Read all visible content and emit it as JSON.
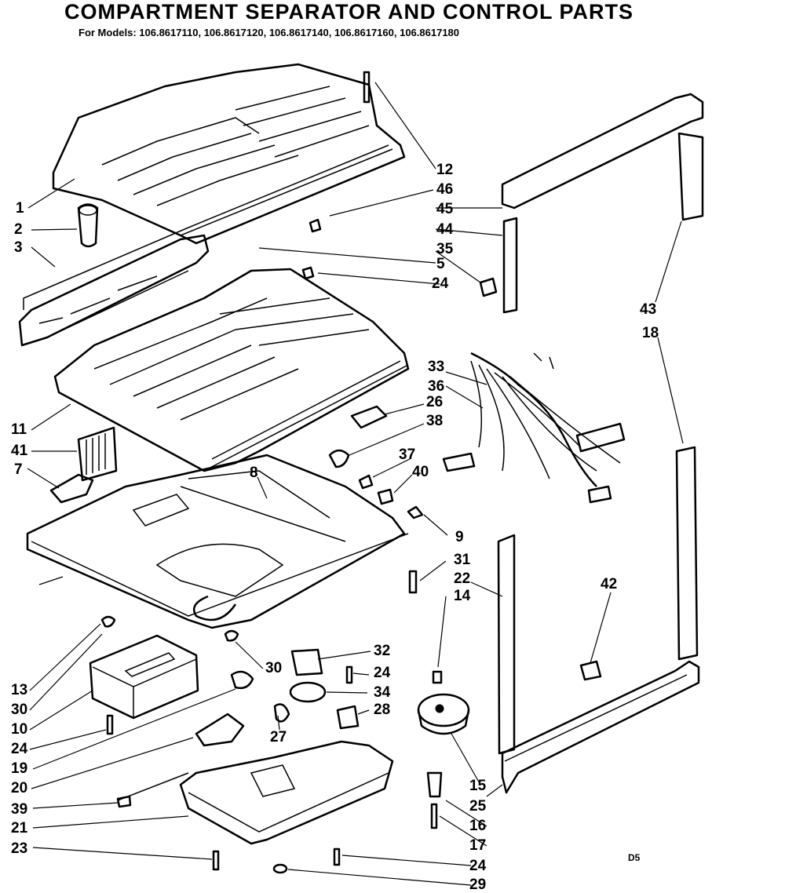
{
  "title": "COMPARTMENT SEPARATOR AND CONTROL PARTS",
  "subtitle": "For Models: 106.8617110, 106.8617120, 106.8617140, 106.8617160, 106.8617180",
  "drawing_code": "D5",
  "callouts": [
    {
      "id": "c1",
      "text": "1"
    },
    {
      "id": "c2",
      "text": "2"
    },
    {
      "id": "c3",
      "text": "3"
    },
    {
      "id": "c12",
      "text": "12"
    },
    {
      "id": "c46",
      "text": "46"
    },
    {
      "id": "c45",
      "text": "45"
    },
    {
      "id": "c44",
      "text": "44"
    },
    {
      "id": "c35",
      "text": "35"
    },
    {
      "id": "c5",
      "text": "5"
    },
    {
      "id": "c24a",
      "text": "24"
    },
    {
      "id": "c43",
      "text": "43"
    },
    {
      "id": "c18",
      "text": "18"
    },
    {
      "id": "c33",
      "text": "33"
    },
    {
      "id": "c36",
      "text": "36"
    },
    {
      "id": "c26",
      "text": "26"
    },
    {
      "id": "c38",
      "text": "38"
    },
    {
      "id": "c11",
      "text": "11"
    },
    {
      "id": "c41",
      "text": "41"
    },
    {
      "id": "c7",
      "text": "7"
    },
    {
      "id": "c8",
      "text": "8"
    },
    {
      "id": "c37",
      "text": "37"
    },
    {
      "id": "c40",
      "text": "40"
    },
    {
      "id": "c9",
      "text": "9"
    },
    {
      "id": "c31",
      "text": "31"
    },
    {
      "id": "c22",
      "text": "22"
    },
    {
      "id": "c14",
      "text": "14"
    },
    {
      "id": "c42",
      "text": "42"
    },
    {
      "id": "c32",
      "text": "32"
    },
    {
      "id": "c30a",
      "text": "30"
    },
    {
      "id": "c24b",
      "text": "24"
    },
    {
      "id": "c34",
      "text": "34"
    },
    {
      "id": "c13",
      "text": "13"
    },
    {
      "id": "c30b",
      "text": "30"
    },
    {
      "id": "c28",
      "text": "28"
    },
    {
      "id": "c10",
      "text": "10"
    },
    {
      "id": "c24c",
      "text": "24"
    },
    {
      "id": "c27",
      "text": "27"
    },
    {
      "id": "c19",
      "text": "19"
    },
    {
      "id": "c15",
      "text": "15"
    },
    {
      "id": "c20",
      "text": "20"
    },
    {
      "id": "c25",
      "text": "25"
    },
    {
      "id": "c39",
      "text": "39"
    },
    {
      "id": "c16",
      "text": "16"
    },
    {
      "id": "c21",
      "text": "21"
    },
    {
      "id": "c17",
      "text": "17"
    },
    {
      "id": "c23",
      "text": "23"
    },
    {
      "id": "c24d",
      "text": "24"
    },
    {
      "id": "c29",
      "text": "29"
    }
  ]
}
